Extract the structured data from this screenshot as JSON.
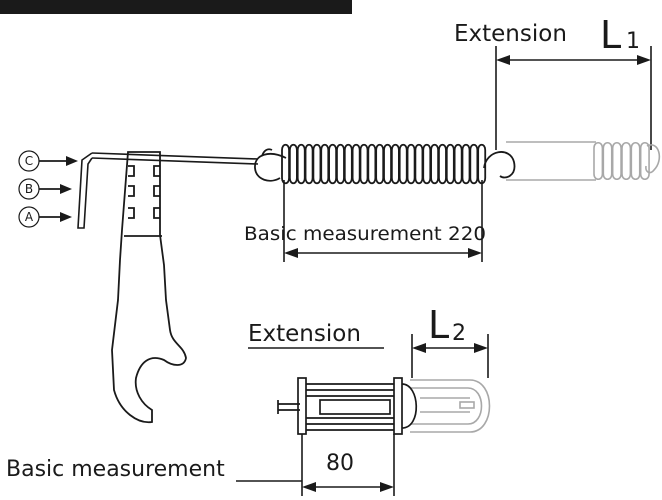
{
  "labels": {
    "extension_top": "Extension",
    "l1_letter": "L",
    "l1_sub": "1",
    "basic_measurement_top": "Basic measurement 220",
    "extension_bottom": "Extension",
    "l2_letter": "L",
    "l2_sub": "2",
    "basic_measurement_bottom": "Basic measurement",
    "value_80": "80"
  },
  "markers": [
    "C",
    "B",
    "A"
  ],
  "colors": {
    "ink": "#1a1a1a",
    "ghost": "#a8a8a8",
    "header_bar": "#1a1a1a"
  }
}
